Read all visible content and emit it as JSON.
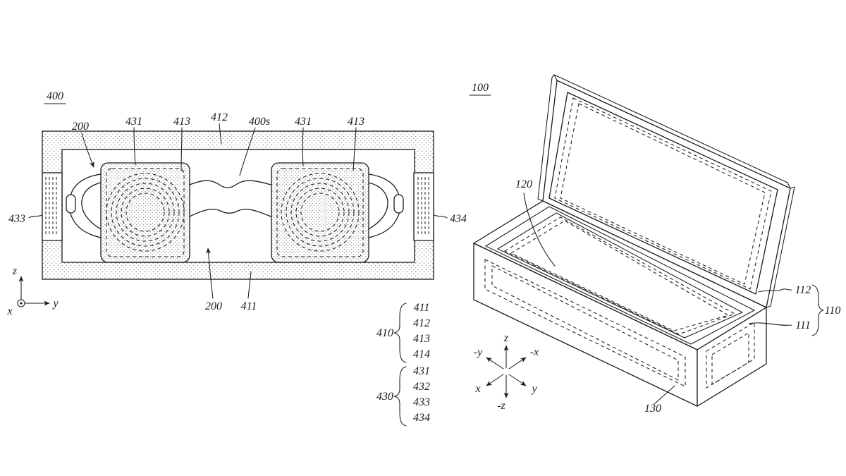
{
  "drawing": {
    "kind": "patent-figure",
    "ink_color": "#1a1a1a",
    "stipple_color": "#9e9e9e"
  },
  "fig400": {
    "title": "400",
    "labels": {
      "top_200": "200",
      "top_431_l": "431",
      "top_413_l": "413",
      "top_412": "412",
      "top_400s": "400s",
      "top_431_r": "431",
      "top_413_r": "413",
      "left_433": "433",
      "right_434": "434",
      "bottom_200": "200",
      "bottom_411": "411"
    },
    "axes": {
      "z": "z",
      "y": "y",
      "x": "x"
    },
    "groups": [
      {
        "label": "410",
        "items": [
          "411",
          "412",
          "413",
          "414"
        ]
      },
      {
        "label": "430",
        "items": [
          "431",
          "432",
          "433",
          "434"
        ]
      }
    ]
  },
  "fig100": {
    "title": "100",
    "labels": {
      "l120": "120",
      "l112": "112",
      "l110": "110",
      "l111": "111",
      "l130": "130"
    },
    "axes": {
      "z": "z",
      "neg_y": "-y",
      "neg_x": "-x",
      "x": "x",
      "y": "y",
      "neg_z": "-z"
    }
  }
}
